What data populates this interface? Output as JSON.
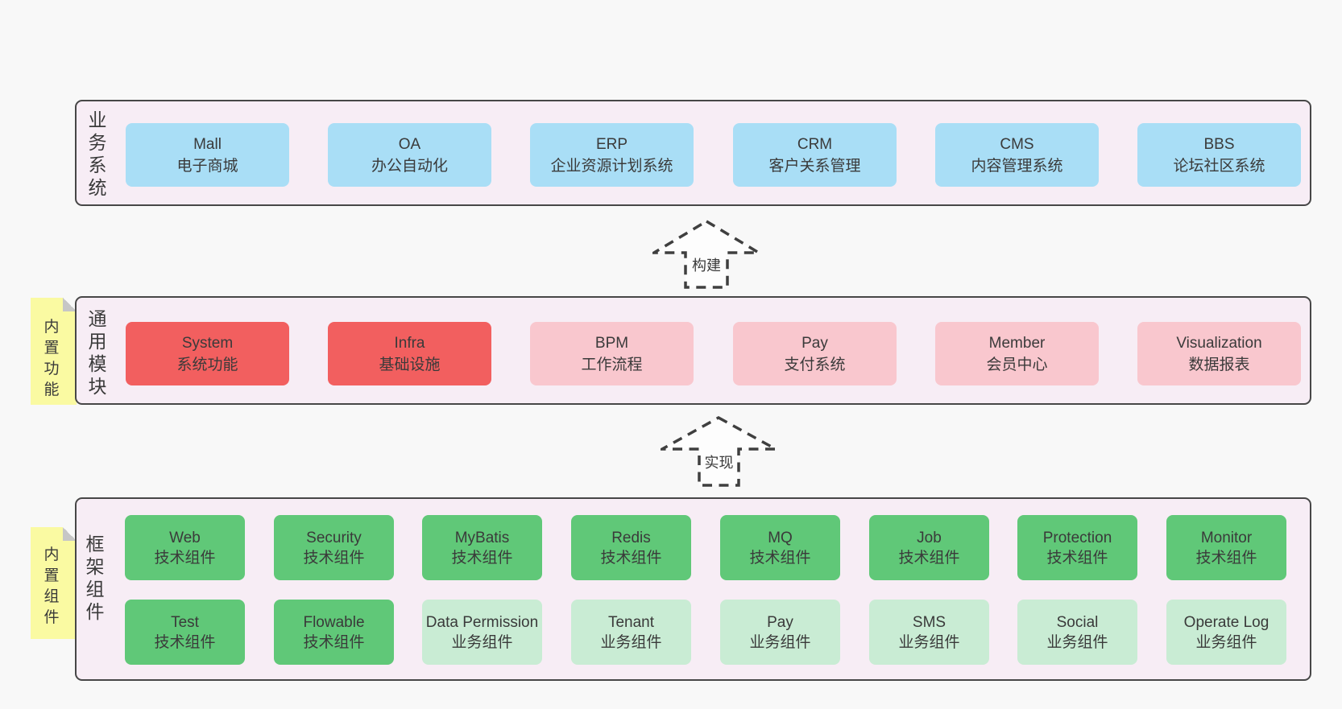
{
  "page": {
    "background": "#f8f8f8"
  },
  "colors": {
    "band_background": "#f7edf5",
    "band_border": "#474747",
    "blue_box": "#a9def6",
    "red_box": "#f25f5f",
    "pink_box": "#f9c7ce",
    "green_box": "#60c878",
    "light_green_box": "#c9ecd4",
    "sticky_note": "#fafaa2",
    "fold_corner": "#c6c6c6",
    "text": "#3a3a3a"
  },
  "arrows": [
    {
      "label": "构建"
    },
    {
      "label": "实现"
    }
  ],
  "notes": [
    {
      "label": "内置功能"
    },
    {
      "label": "内置组件"
    }
  ],
  "bands": [
    {
      "label": "业务系统",
      "items": [
        {
          "name": "Mall",
          "desc": "电子商城"
        },
        {
          "name": "OA",
          "desc": "办公自动化"
        },
        {
          "name": "ERP",
          "desc": "企业资源计划系统"
        },
        {
          "name": "CRM",
          "desc": "客户关系管理"
        },
        {
          "name": "CMS",
          "desc": "内容管理系统"
        },
        {
          "name": "BBS",
          "desc": "论坛社区系统"
        }
      ]
    },
    {
      "label": "通用模块",
      "items": [
        {
          "name": "System",
          "desc": "系统功能"
        },
        {
          "name": "Infra",
          "desc": "基础设施"
        },
        {
          "name": "BPM",
          "desc": "工作流程"
        },
        {
          "name": "Pay",
          "desc": "支付系统"
        },
        {
          "name": "Member",
          "desc": "会员中心"
        },
        {
          "name": "Visualization",
          "desc": "数据报表"
        }
      ]
    },
    {
      "label": "框架组件",
      "rows": [
        {
          "items": [
            {
              "name": "Web",
              "desc": "技术组件"
            },
            {
              "name": "Security",
              "desc": "技术组件"
            },
            {
              "name": "MyBatis",
              "desc": "技术组件"
            },
            {
              "name": "Redis",
              "desc": "技术组件"
            },
            {
              "name": "MQ",
              "desc": "技术组件"
            },
            {
              "name": "Job",
              "desc": "技术组件"
            },
            {
              "name": "Protection",
              "desc": "技术组件"
            },
            {
              "name": "Monitor",
              "desc": "技术组件"
            }
          ]
        },
        {
          "items": [
            {
              "name": "Test",
              "desc": "技术组件"
            },
            {
              "name": "Flowable",
              "desc": "技术组件"
            },
            {
              "name": "Data Permission",
              "desc": "业务组件"
            },
            {
              "name": "Tenant",
              "desc": "业务组件"
            },
            {
              "name": "Pay",
              "desc": "业务组件"
            },
            {
              "name": "SMS",
              "desc": "业务组件"
            },
            {
              "name": "Social",
              "desc": "业务组件"
            },
            {
              "name": "Operate Log",
              "desc": "业务组件"
            }
          ]
        }
      ]
    }
  ]
}
